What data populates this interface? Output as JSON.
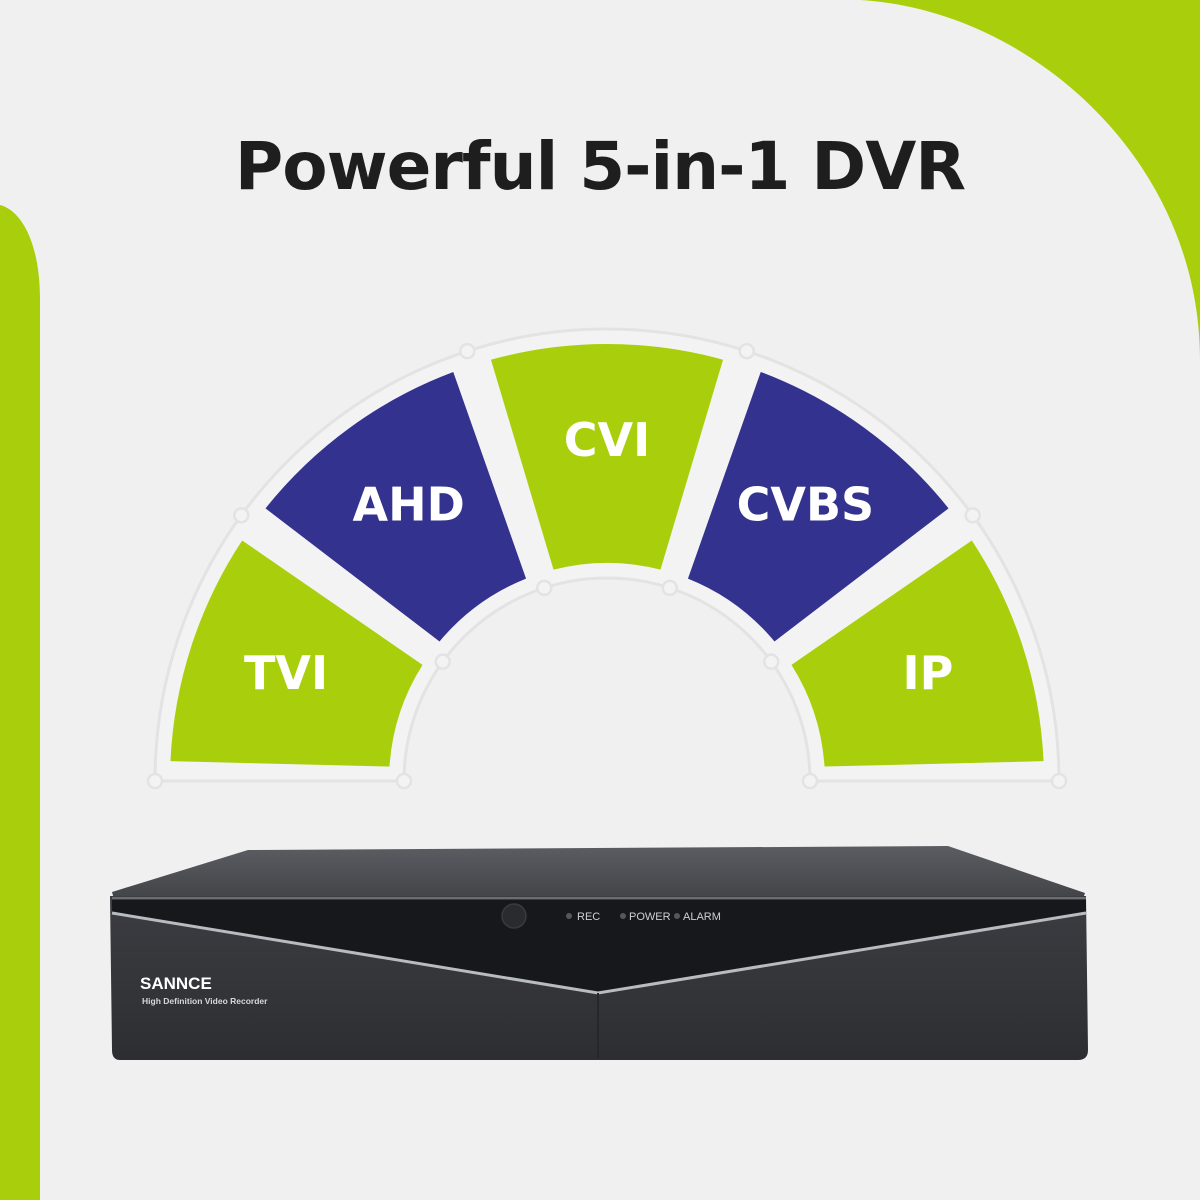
{
  "headline": "Powerful 5-in-1 DVR",
  "colors": {
    "lime": "#a9cf0c",
    "navy": "#33328f",
    "panel": "#f0f0f0",
    "track": "#e3e3e3",
    "headline": "#1e1e1e"
  },
  "segments": [
    {
      "label": "TVI",
      "color": "lime"
    },
    {
      "label": "AHD",
      "color": "navy"
    },
    {
      "label": "CVI",
      "color": "lime"
    },
    {
      "label": "CVBS",
      "color": "navy"
    },
    {
      "label": "IP",
      "color": "lime"
    }
  ],
  "dvr": {
    "brand": "SANNCE",
    "subtitle": "High Definition Video Recorder",
    "indicators": [
      "REC",
      "POWER",
      "ALARM"
    ]
  }
}
